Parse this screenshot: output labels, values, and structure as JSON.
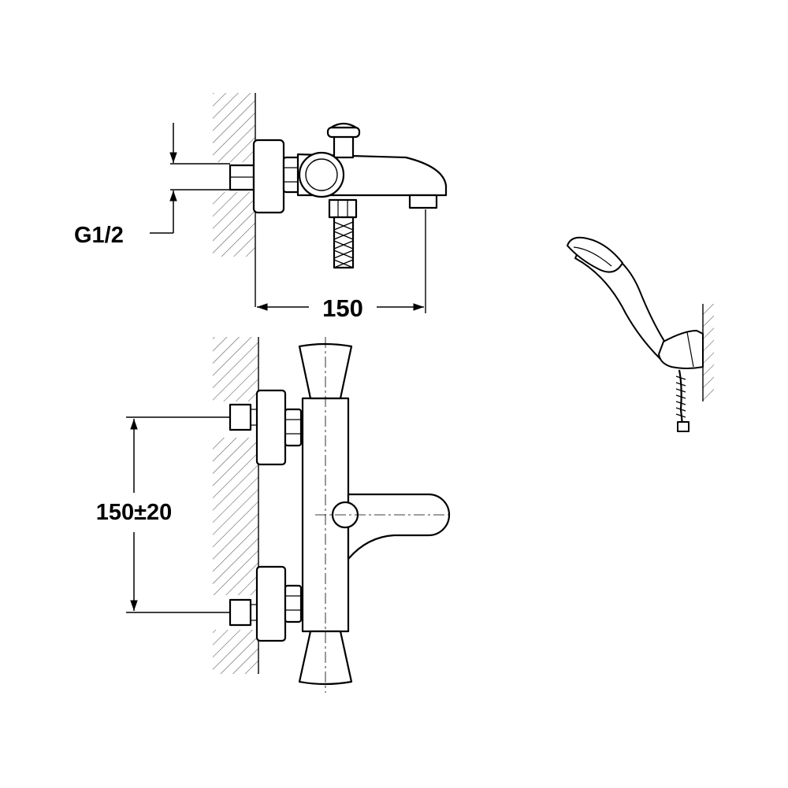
{
  "labels": {
    "thread_size": "G1/2",
    "spout_projection": "150",
    "inlet_spacing": "150±20"
  },
  "colors": {
    "line": "#000000",
    "background": "#ffffff",
    "hatch": "#555555"
  },
  "icons": {
    "side_view": "mixer-side-view-icon",
    "front_view": "mixer-front-view-icon",
    "hand_shower": "hand-shower-icon"
  }
}
